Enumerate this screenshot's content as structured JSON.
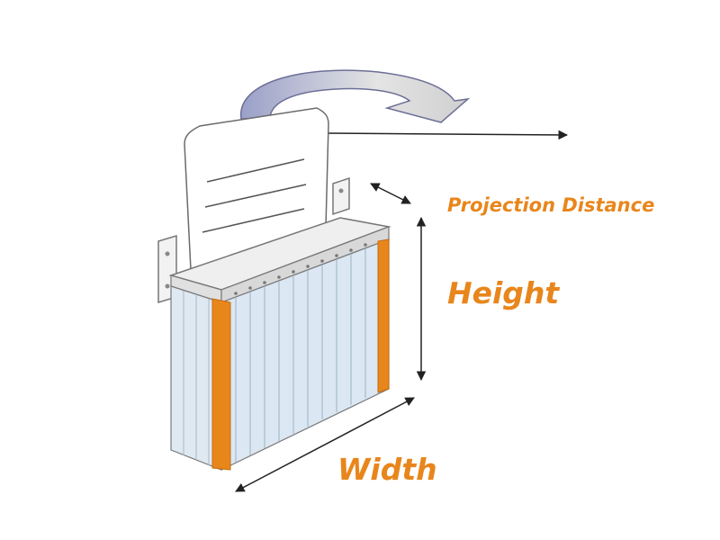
{
  "labels": {
    "projection": "Projection Distance",
    "height": "Height",
    "width": "Width"
  },
  "colors": {
    "accent": "#e8861c",
    "strip": "#dbe8f3",
    "outline": "#7a7a7a",
    "arrow_fill": "#dcdcdc"
  },
  "icons": [
    "curved-arrow-icon"
  ]
}
